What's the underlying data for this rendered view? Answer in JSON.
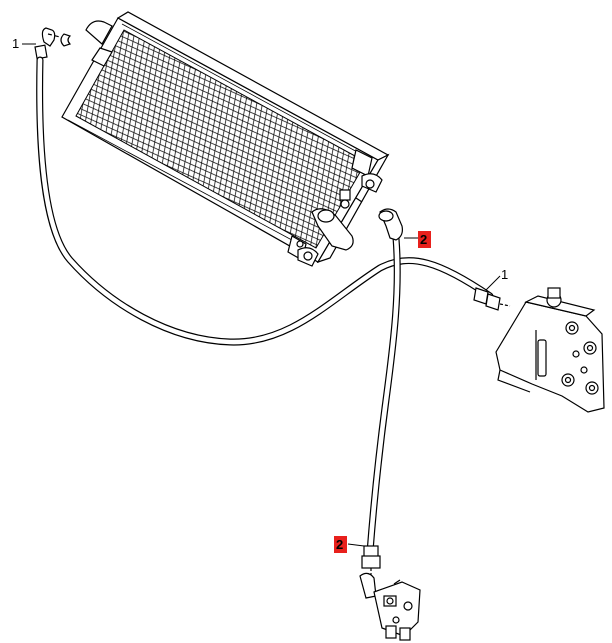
{
  "callouts": {
    "hose_1_top": "1",
    "hose_1_right": "1",
    "hose_2_top": "2",
    "hose_2_bottom": "2"
  },
  "colors": {
    "highlight": "#e8201c",
    "line": "#000000",
    "background": "#ffffff"
  },
  "icons": {
    "radiator": "oil-cooler-radiator-icon",
    "pump": "hydraulic-pump-icon",
    "valve": "valve-block-icon"
  }
}
